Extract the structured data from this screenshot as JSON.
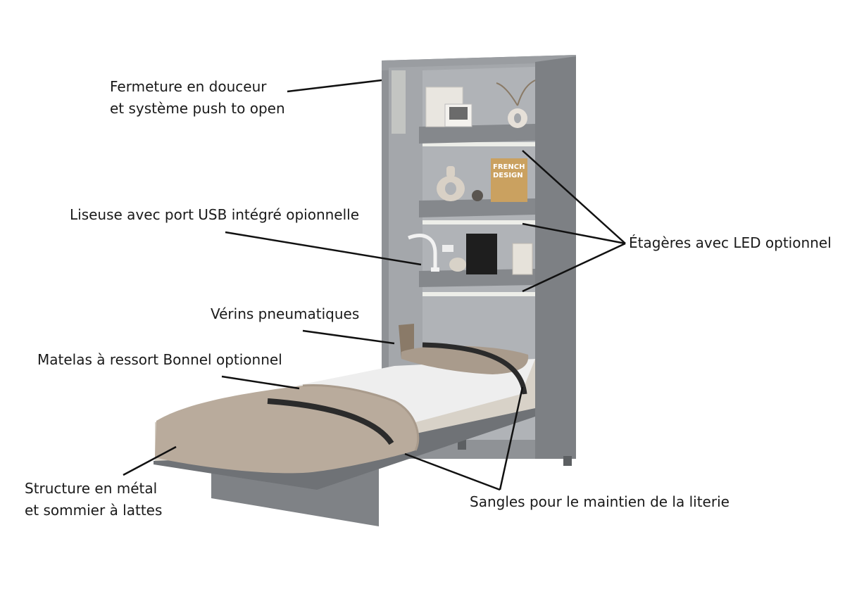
{
  "labels": {
    "closing": [
      "Fermeture en douceur",
      "et système push to open"
    ],
    "reading": "Liseuse avec port USB intégré opionnelle",
    "pneumatic": "Vérins pneumatiques",
    "mattress": "Matelas à ressort Bonnel optionnel",
    "structure": [
      "Structure en métal",
      "et sommier à lattes"
    ],
    "shelves": "Étagères avec LED optionnel",
    "straps": "Sangles pour le maintien de la literie"
  },
  "books": {
    "french_design": [
      "FRENCH",
      "DESIGN"
    ]
  },
  "colors": {
    "cabinet": "#8f9296",
    "cabinet_dark": "#6e7175",
    "interior": "#a7aaae",
    "blanket": "#b9ab9c",
    "mattress": "#eeeeee",
    "strap": "#2b2b2b",
    "callout_line": "#111111"
  }
}
